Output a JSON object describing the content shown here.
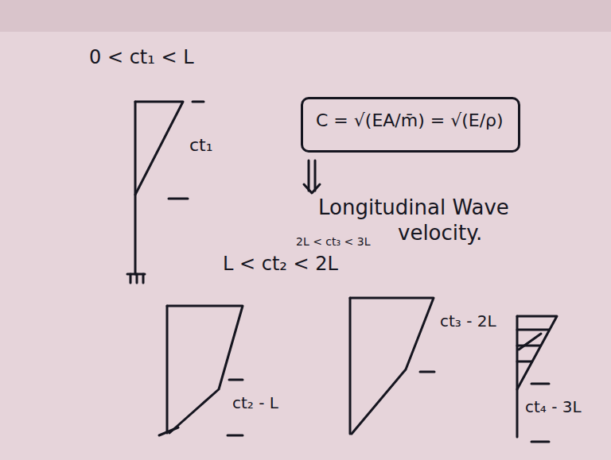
{
  "diagram": {
    "nodes": [
      {
        "text": [
          "C = √(EA/m̄) = √(E/ρ)"
        ]
      }
    ],
    "labels": [
      "0 < ct₁ < L",
      "ct₁",
      "L < ct₂ < 2L",
      "Longitudinal Wave velocity.",
      "2L < ct₃ < 3L",
      "ct₂ - L",
      "ct₃ - 2L",
      "ct₄ - 3L"
    ]
  }
}
